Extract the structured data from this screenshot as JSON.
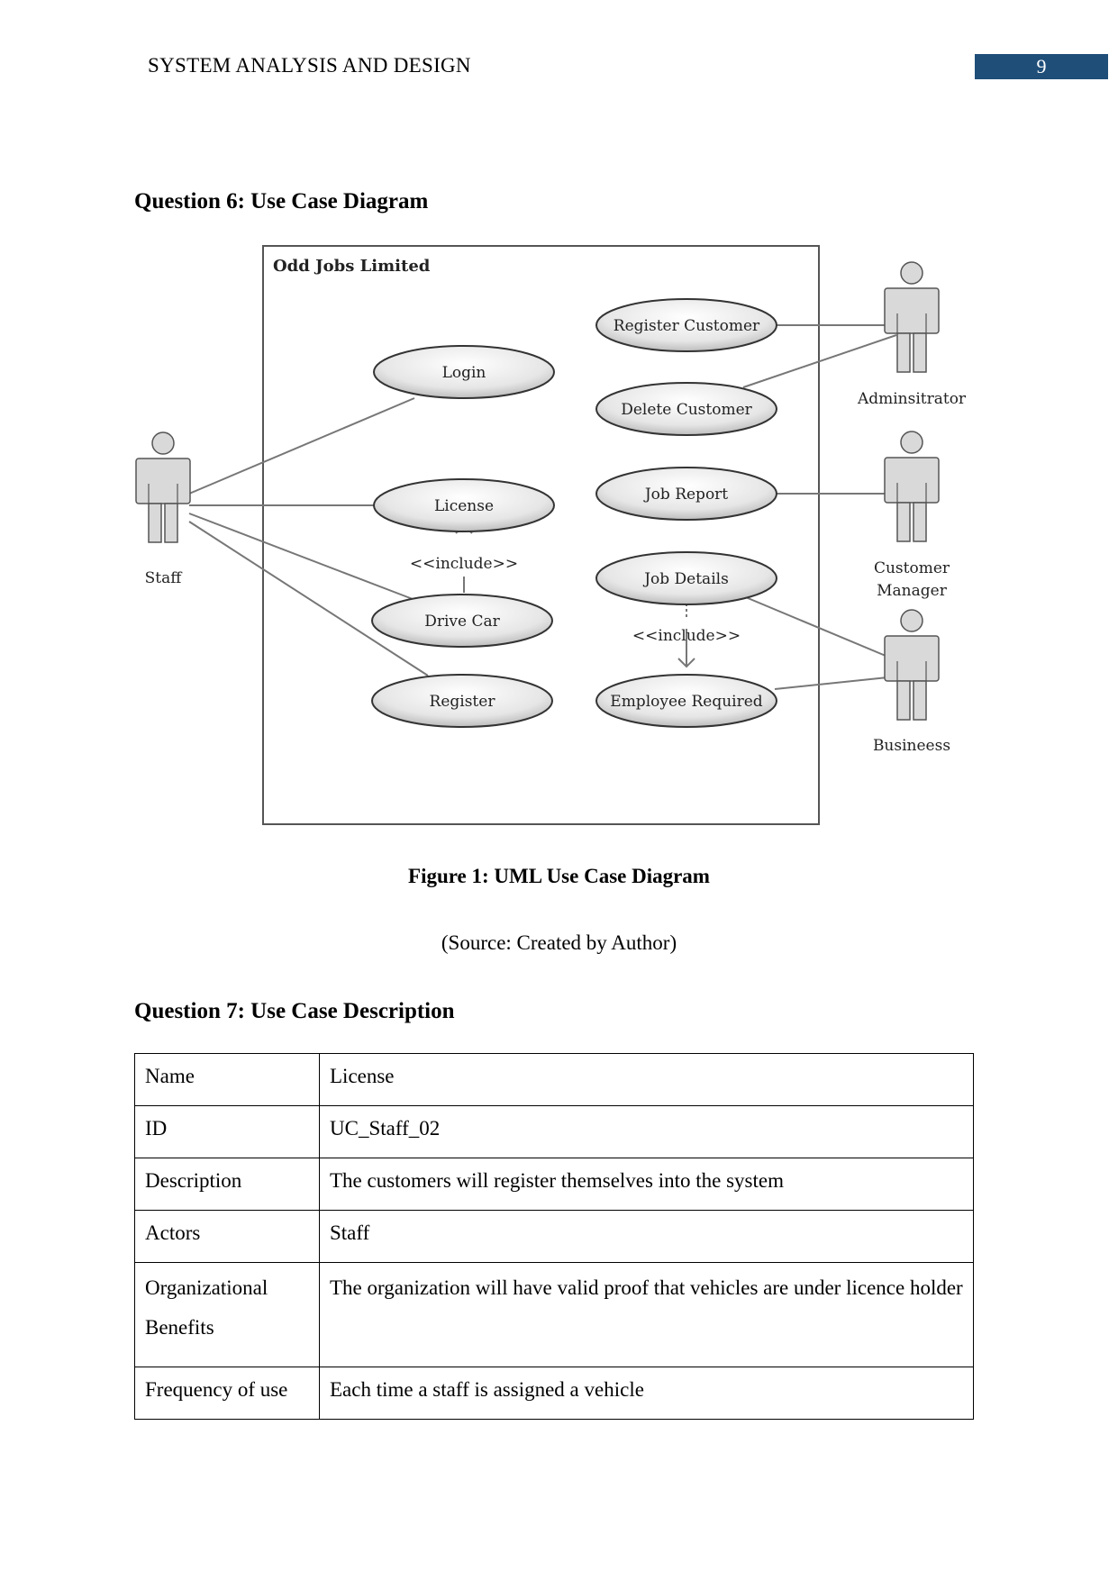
{
  "header": {
    "title": "SYSTEM ANALYSIS AND DESIGN",
    "page_number": "9"
  },
  "question6": {
    "heading": "Question 6: Use Case Diagram"
  },
  "diagram": {
    "system_name": "Odd Jobs Limited",
    "use_cases": {
      "login": "Login",
      "license": "License",
      "drive_car": "Drive Car",
      "register": "Register",
      "register_customer": "Register Customer",
      "delete_customer": "Delete Customer",
      "job_report": "Job Report",
      "job_details": "Job Details",
      "employee_required": "Employee Required"
    },
    "include_label_left": "<<include>>",
    "include_label_right": "<<include>>",
    "actors": {
      "staff": "Staff",
      "administrator": "Adminsitrator",
      "customer_manager_line1": "Customer",
      "customer_manager_line2": "Manager",
      "business": "Busineess"
    }
  },
  "figure": {
    "caption": "Figure 1: UML Use Case Diagram",
    "source": "(Source: Created by Author)"
  },
  "question7": {
    "heading": "Question 7: Use Case Description",
    "rows": [
      {
        "label": "Name",
        "value": "License"
      },
      {
        "label": "ID",
        "value": "UC_Staff_02"
      },
      {
        "label": "Description",
        "value": "The customers will register themselves into the system"
      },
      {
        "label": "Actors",
        "value": "Staff"
      },
      {
        "label_line1": "Organizational",
        "label_line2": "Benefits",
        "value": "The organization will have valid proof that vehicles are under licence holder"
      },
      {
        "label": "Frequency of use",
        "value": "Each time a staff is assigned a vehicle"
      }
    ]
  }
}
